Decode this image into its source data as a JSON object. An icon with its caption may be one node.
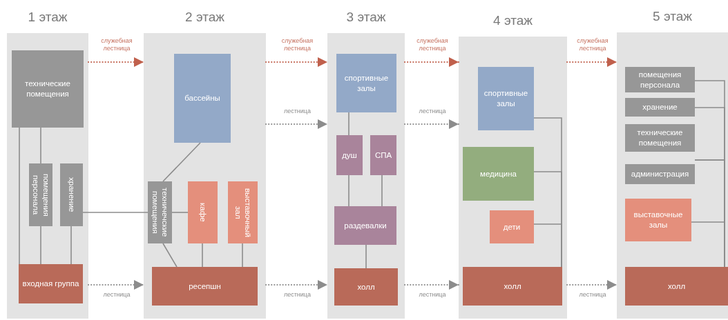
{
  "diagram": {
    "nodes": [
      {
        "text": [
          "1 этаж"
        ]
      },
      {
        "text": [
          "технические помещения"
        ],
        "in": 0
      },
      {
        "text": [
          "помещения персонала"
        ],
        "in": 0
      },
      {
        "text": [
          "хранение"
        ],
        "in": 0
      },
      {
        "text": [
          "входная группа"
        ],
        "in": 0
      },
      {
        "text": [
          "2 этаж"
        ]
      },
      {
        "text": [
          "бассейны"
        ],
        "in": 5
      },
      {
        "text": [
          "техничечские помещения"
        ],
        "in": 5
      },
      {
        "text": [
          "кафе"
        ],
        "in": 5
      },
      {
        "text": [
          "выставочный зал"
        ],
        "in": 5
      },
      {
        "text": [
          "ресепшн"
        ],
        "in": 5
      },
      {
        "text": [
          "3 этаж"
        ]
      },
      {
        "text": [
          "спортивные залы"
        ],
        "in": 11
      },
      {
        "text": [
          "душ"
        ],
        "in": 11
      },
      {
        "text": [
          "СПА"
        ],
        "in": 11
      },
      {
        "text": [
          "раздевалки"
        ],
        "in": 11
      },
      {
        "text": [
          "холл"
        ],
        "in": 11
      },
      {
        "text": [
          "4 этаж"
        ]
      },
      {
        "text": [
          "спортивные залы"
        ],
        "in": 17
      },
      {
        "text": [
          "медицина"
        ],
        "in": 17
      },
      {
        "text": [
          "дети"
        ],
        "in": 17
      },
      {
        "text": [
          "холл"
        ],
        "in": 17
      },
      {
        "text": [
          "5 этаж"
        ]
      },
      {
        "text": [
          "помещения персонала"
        ],
        "in": 22
      },
      {
        "text": [
          "хранение"
        ],
        "in": 22
      },
      {
        "text": [
          "технические помещения"
        ],
        "in": 22
      },
      {
        "text": [
          "администрация"
        ],
        "in": 22
      },
      {
        "text": [
          "выставочные залы"
        ],
        "in": 22
      },
      {
        "text": [
          "холл"
        ],
        "in": 22
      }
    ],
    "edges": [
      {
        "from": 1,
        "to": 4,
        "arrow": "none"
      },
      {
        "from": 1,
        "to": 2,
        "arrow": "none"
      },
      {
        "from": 2,
        "to": 4,
        "arrow": "none"
      },
      {
        "from": 3,
        "to": 4,
        "arrow": "none"
      },
      {
        "from": 3,
        "to": 7,
        "arrow": "none"
      },
      {
        "from": 6,
        "to": 7,
        "arrow": "none"
      },
      {
        "from": 7,
        "to": 8,
        "arrow": "none"
      },
      {
        "from": 7,
        "to": 10,
        "arrow": "none"
      },
      {
        "from": 8,
        "to": 10,
        "arrow": "none"
      },
      {
        "from": 9,
        "to": 10,
        "arrow": "none"
      },
      {
        "from": 12,
        "to": 13,
        "arrow": "none"
      },
      {
        "from": 13,
        "to": 15,
        "arrow": "none"
      },
      {
        "from": 14,
        "to": 15,
        "arrow": "none"
      },
      {
        "from": 15,
        "to": 16,
        "arrow": "none"
      },
      {
        "from": 18,
        "to": 21,
        "arrow": "none"
      },
      {
        "from": 19,
        "to": 21,
        "arrow": "none"
      },
      {
        "from": 20,
        "to": 21,
        "arrow": "none"
      },
      {
        "from": 23,
        "to": 28,
        "arrow": "none"
      },
      {
        "from": 24,
        "to": 28,
        "arrow": "none"
      },
      {
        "from": 25,
        "to": 28,
        "arrow": "none"
      },
      {
        "from": 26,
        "to": 28,
        "arrow": "none"
      },
      {
        "from": 27,
        "to": 28,
        "arrow": "none"
      },
      {
        "from": 0,
        "to": 5,
        "arrow": "to",
        "label": "служебная лестница",
        "style": "dashed",
        "color": "#c0604c"
      },
      {
        "from": 0,
        "to": 5,
        "arrow": "to",
        "label": "лестница",
        "style": "dashed"
      },
      {
        "from": 5,
        "to": 11,
        "arrow": "to",
        "label": "служебная лестница",
        "style": "dashed",
        "color": "#c0604c"
      },
      {
        "from": 5,
        "to": 11,
        "arrow": "to",
        "label": "лестница",
        "style": "dashed"
      },
      {
        "from": 5,
        "to": 11,
        "arrow": "to",
        "label": "лестница",
        "style": "dashed"
      },
      {
        "from": 11,
        "to": 17,
        "arrow": "to",
        "label": "служебная лестница",
        "style": "dashed",
        "color": "#c0604c"
      },
      {
        "from": 11,
        "to": 17,
        "arrow": "to",
        "label": "лестница",
        "style": "dashed"
      },
      {
        "from": 11,
        "to": 17,
        "arrow": "to",
        "label": "лестница",
        "style": "dashed"
      },
      {
        "from": 17,
        "to": 22,
        "arrow": "to",
        "label": "служебная лестница",
        "style": "dashed",
        "color": "#c0604c"
      },
      {
        "from": 17,
        "to": 22,
        "arrow": "to",
        "label": "лестница",
        "style": "dashed"
      }
    ]
  }
}
